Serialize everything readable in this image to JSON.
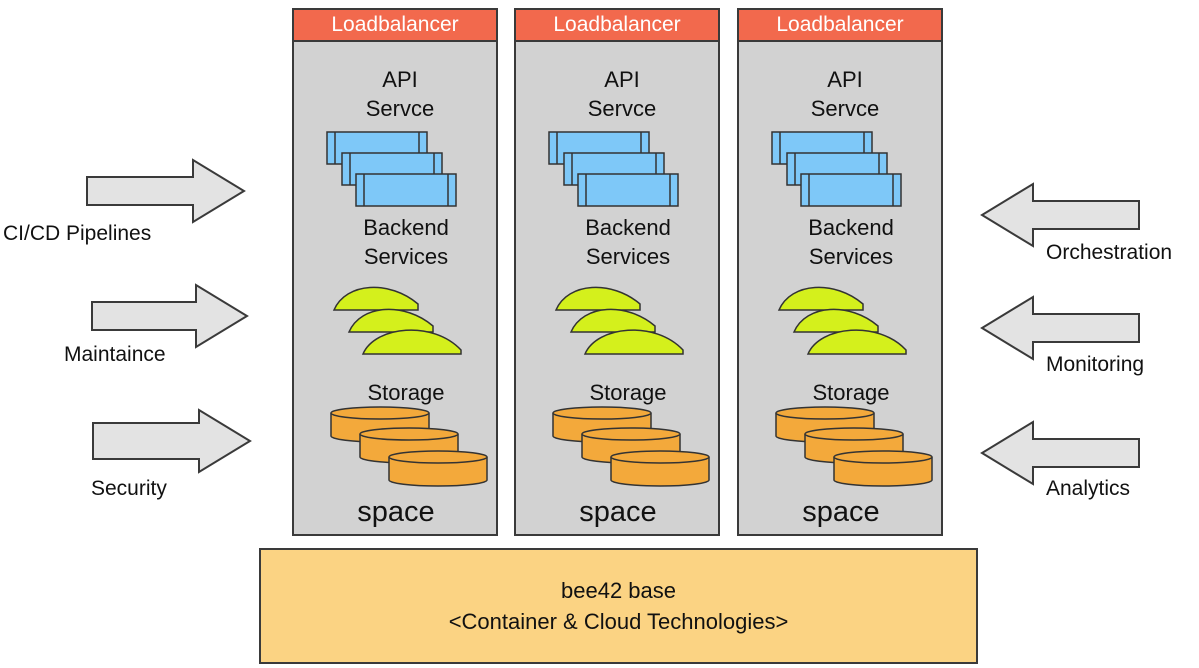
{
  "columns": [
    {
      "header": "Loadbalancer",
      "api_label": "API\nServce",
      "backend_label": "Backend\nServices",
      "storage_label": "Storage",
      "space_label": "space"
    },
    {
      "header": "Loadbalancer",
      "api_label": "API\nServce",
      "backend_label": "Backend\nServices",
      "storage_label": "Storage",
      "space_label": "space"
    },
    {
      "header": "Loadbalancer",
      "api_label": "API\nServce",
      "backend_label": "Backend\nServices",
      "storage_label": "Storage",
      "space_label": "space"
    }
  ],
  "left_inputs": [
    {
      "label": "CI/CD Pipelines"
    },
    {
      "label": "Maintaince"
    },
    {
      "label": "Security"
    }
  ],
  "right_inputs": [
    {
      "label": "Orchestration"
    },
    {
      "label": "Monitoring"
    },
    {
      "label": "Analytics"
    }
  ],
  "base": {
    "line1": "bee42 base",
    "line2": "<Container & Cloud Technologies>"
  },
  "colors": {
    "column_bg": "#d2d2d2",
    "header_bg": "#f2694d",
    "api_blue": "#7ec8f8",
    "backend_green": "#d4f01c",
    "storage_orange": "#f3a93b",
    "base_bg": "#fbd383",
    "arrow_fill": "#e3e3e3"
  }
}
